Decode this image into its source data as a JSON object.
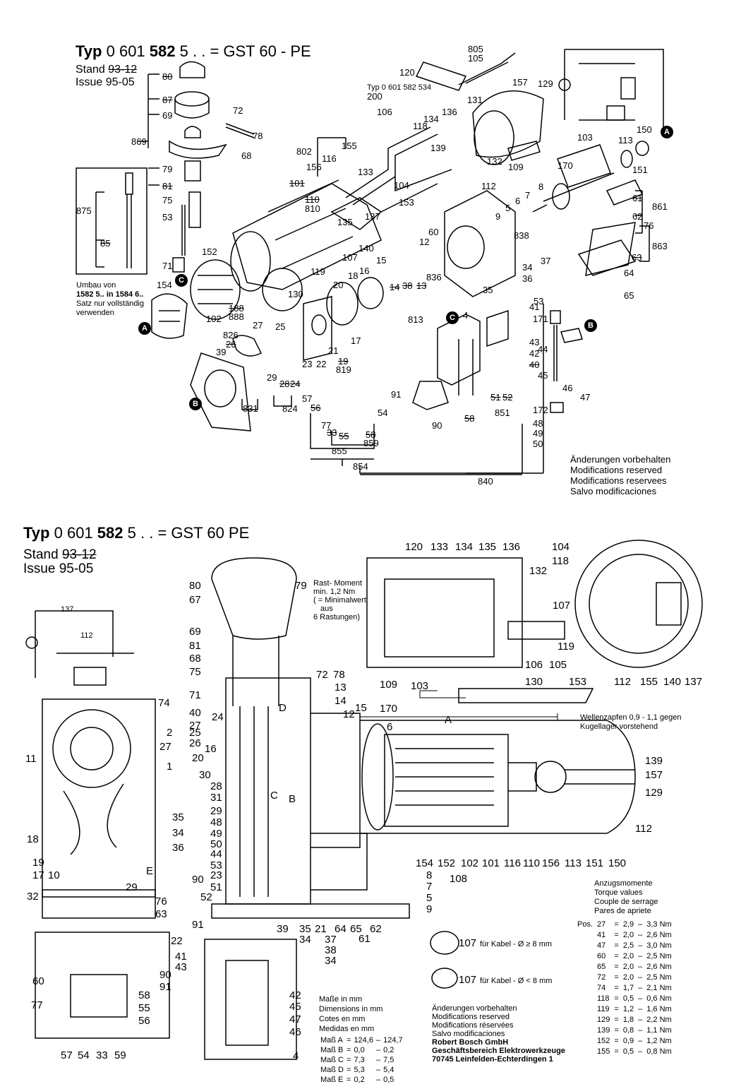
{
  "top": {
    "typ_prefix": "Typ",
    "typ_code_a": "0 601",
    "typ_code_b": "582",
    "typ_code_c": "5 . . = GST 60 - PE",
    "stand_label": "Stand",
    "stand_old": "93-12",
    "issue_label": "Issue",
    "issue_value": "95-05",
    "sub_typ_note": "Typ 0 601 582 534",
    "umbau_note": [
      "Umbau von",
      "1582 5.. in 1584 6..",
      "Satz nur vollständig",
      "verwenden"
    ],
    "modifications": [
      "Änderungen vorbehalten",
      "Modifications reserved",
      "Modifications reservees",
      "Salvo modificaciones"
    ],
    "labels": [
      "805",
      "105",
      "120",
      "157",
      "129",
      "200",
      "131",
      "106",
      "134",
      "136",
      "118",
      "139",
      "802",
      "155",
      "116",
      "156",
      "133",
      "132",
      "109",
      "101",
      "104",
      "112",
      "110",
      "810",
      "153",
      "137",
      "135",
      "60",
      "140",
      "12",
      "107",
      "15",
      "119",
      "18",
      "16",
      "130",
      "20",
      "188",
      "888",
      "102",
      "154",
      "27",
      "25",
      "826",
      "26",
      "22",
      "21",
      "23",
      "19",
      "819",
      "17",
      "39",
      "29",
      "28",
      "24",
      "831",
      "824",
      "57",
      "56",
      "77",
      "33",
      "55",
      "58",
      "859",
      "54",
      "855",
      "854",
      "91",
      "90",
      "58",
      "840",
      "4",
      "41",
      "43",
      "42",
      "40",
      "44",
      "45",
      "46",
      "47",
      "171",
      "172",
      "48",
      "49",
      "50",
      "53",
      "65",
      "64",
      "63",
      "62",
      "61",
      "861",
      "76",
      "863",
      "35",
      "34",
      "37",
      "36",
      "838",
      "9",
      "5",
      "6",
      "7",
      "8",
      "113",
      "150",
      "151",
      "103",
      "170",
      "869",
      "80",
      "87",
      "69",
      "72",
      "78",
      "68",
      "79",
      "81",
      "75",
      "875",
      "85",
      "53",
      "71",
      "152",
      "813",
      "836",
      "14",
      "13",
      "38",
      "851",
      "51",
      "52"
    ],
    "callouts": [
      "A",
      "A",
      "B",
      "B",
      "C",
      "C"
    ]
  },
  "bottom": {
    "typ_prefix": "Typ",
    "typ_code_a": "0 601",
    "typ_code_b": "582",
    "typ_code_c": "5 . . = GST 60 PE",
    "stand_label": "Stand",
    "stand_old": "93-12",
    "issue_label": "Issue",
    "issue_value": "95-05",
    "rast_note": [
      "Rast- Moment",
      "min. 1,2 Nm",
      "( = Minimalwert",
      "aus",
      "6 Rastungen)"
    ],
    "wellen_note": [
      "Wellenzapfen 0,9 - 1,1 gegen",
      "Kugellager vorstehend"
    ],
    "kabel_big": "für Kabel - Ø ≥ 8 mm",
    "kabel_small": "für Kabel - Ø < 8 mm",
    "masse_header": [
      "Maße in mm",
      "Dimensions in mm",
      "Cotes en mm",
      "Medidas en mm"
    ],
    "masse_rows": [
      {
        "k": "Maß A",
        "a": "124,6",
        "b": "124,7"
      },
      {
        "k": "Maß B",
        "a": "0,0",
        "b": "0,2"
      },
      {
        "k": "Maß C",
        "a": "7,3",
        "b": "7,5"
      },
      {
        "k": "Maß D",
        "a": "5,3",
        "b": "5,4"
      },
      {
        "k": "Maß E",
        "a": "0,2",
        "b": "0,5"
      }
    ],
    "modifications": [
      "Änderungen vorbehalten",
      "Modifications reserved",
      "Modifications réservées",
      "Salvo modificaciones"
    ],
    "bosch": [
      "Robert Bosch GmbH",
      "Geschäftsbereich Elektrowerkzeuge",
      "70745 Leinfelden-Echterdingen 1"
    ],
    "torque_header": [
      "Anzugsmomente",
      "Torque values",
      "Couple de serrage",
      "Pares de apriete"
    ],
    "torque_pos": "Pos.",
    "torque_rows": [
      {
        "p": "27",
        "a": "2,9",
        "b": "3,3 Nm"
      },
      {
        "p": "41",
        "a": "2,0",
        "b": "2,6 Nm"
      },
      {
        "p": "47",
        "a": "2,5",
        "b": "3,0 Nm"
      },
      {
        "p": "60",
        "a": "2,0",
        "b": "2,5 Nm"
      },
      {
        "p": "65",
        "a": "2,0",
        "b": "2,6 Nm"
      },
      {
        "p": "72",
        "a": "2,0",
        "b": "2,5 Nm"
      },
      {
        "p": "74",
        "a": "1,7",
        "b": "2,1 Nm"
      },
      {
        "p": "118",
        "a": "0,5",
        "b": "0,6 Nm"
      },
      {
        "p": "119",
        "a": "1,2",
        "b": "1,6 Nm"
      },
      {
        "p": "129",
        "a": "1,8",
        "b": "2,2 Nm"
      },
      {
        "p": "139",
        "a": "0,8",
        "b": "1,1 Nm"
      },
      {
        "p": "152",
        "a": "0,9",
        "b": "1,2 Nm"
      },
      {
        "p": "155",
        "a": "0,5",
        "b": "0,8 Nm"
      }
    ],
    "labels": [
      "120",
      "133",
      "134",
      "135",
      "136",
      "104",
      "118",
      "132",
      "80",
      "79",
      "67",
      "69",
      "81",
      "68",
      "75",
      "71",
      "40",
      "24",
      "27",
      "25",
      "26",
      "16",
      "20",
      "30",
      "28",
      "31",
      "29",
      "48",
      "49",
      "50",
      "44",
      "53",
      "23",
      "51",
      "52",
      "91",
      "90",
      "72",
      "78",
      "13",
      "14",
      "15",
      "12",
      "170",
      "103",
      "6",
      "130",
      "153",
      "107",
      "119",
      "112",
      "155",
      "140",
      "137",
      "109",
      "106",
      "105",
      "139",
      "157",
      "129",
      "74",
      "2",
      "27",
      "1",
      "11",
      "35",
      "34",
      "36",
      "18",
      "19",
      "17",
      "10",
      "29",
      "32",
      "76",
      "63",
      "22",
      "60",
      "90",
      "91",
      "77",
      "58",
      "55",
      "56",
      "57",
      "54",
      "33",
      "59",
      "41",
      "43",
      "42",
      "45",
      "47",
      "46",
      "4",
      "39",
      "35",
      "34",
      "21",
      "64",
      "65",
      "61",
      "62",
      "37",
      "38",
      "34",
      "154",
      "152",
      "102",
      "108",
      "101",
      "116",
      "110",
      "156",
      "113",
      "151",
      "150",
      "112",
      "8",
      "7",
      "5",
      "9",
      "137",
      "112"
    ],
    "letters": [
      "D",
      "C",
      "B",
      "E",
      "A"
    ]
  }
}
